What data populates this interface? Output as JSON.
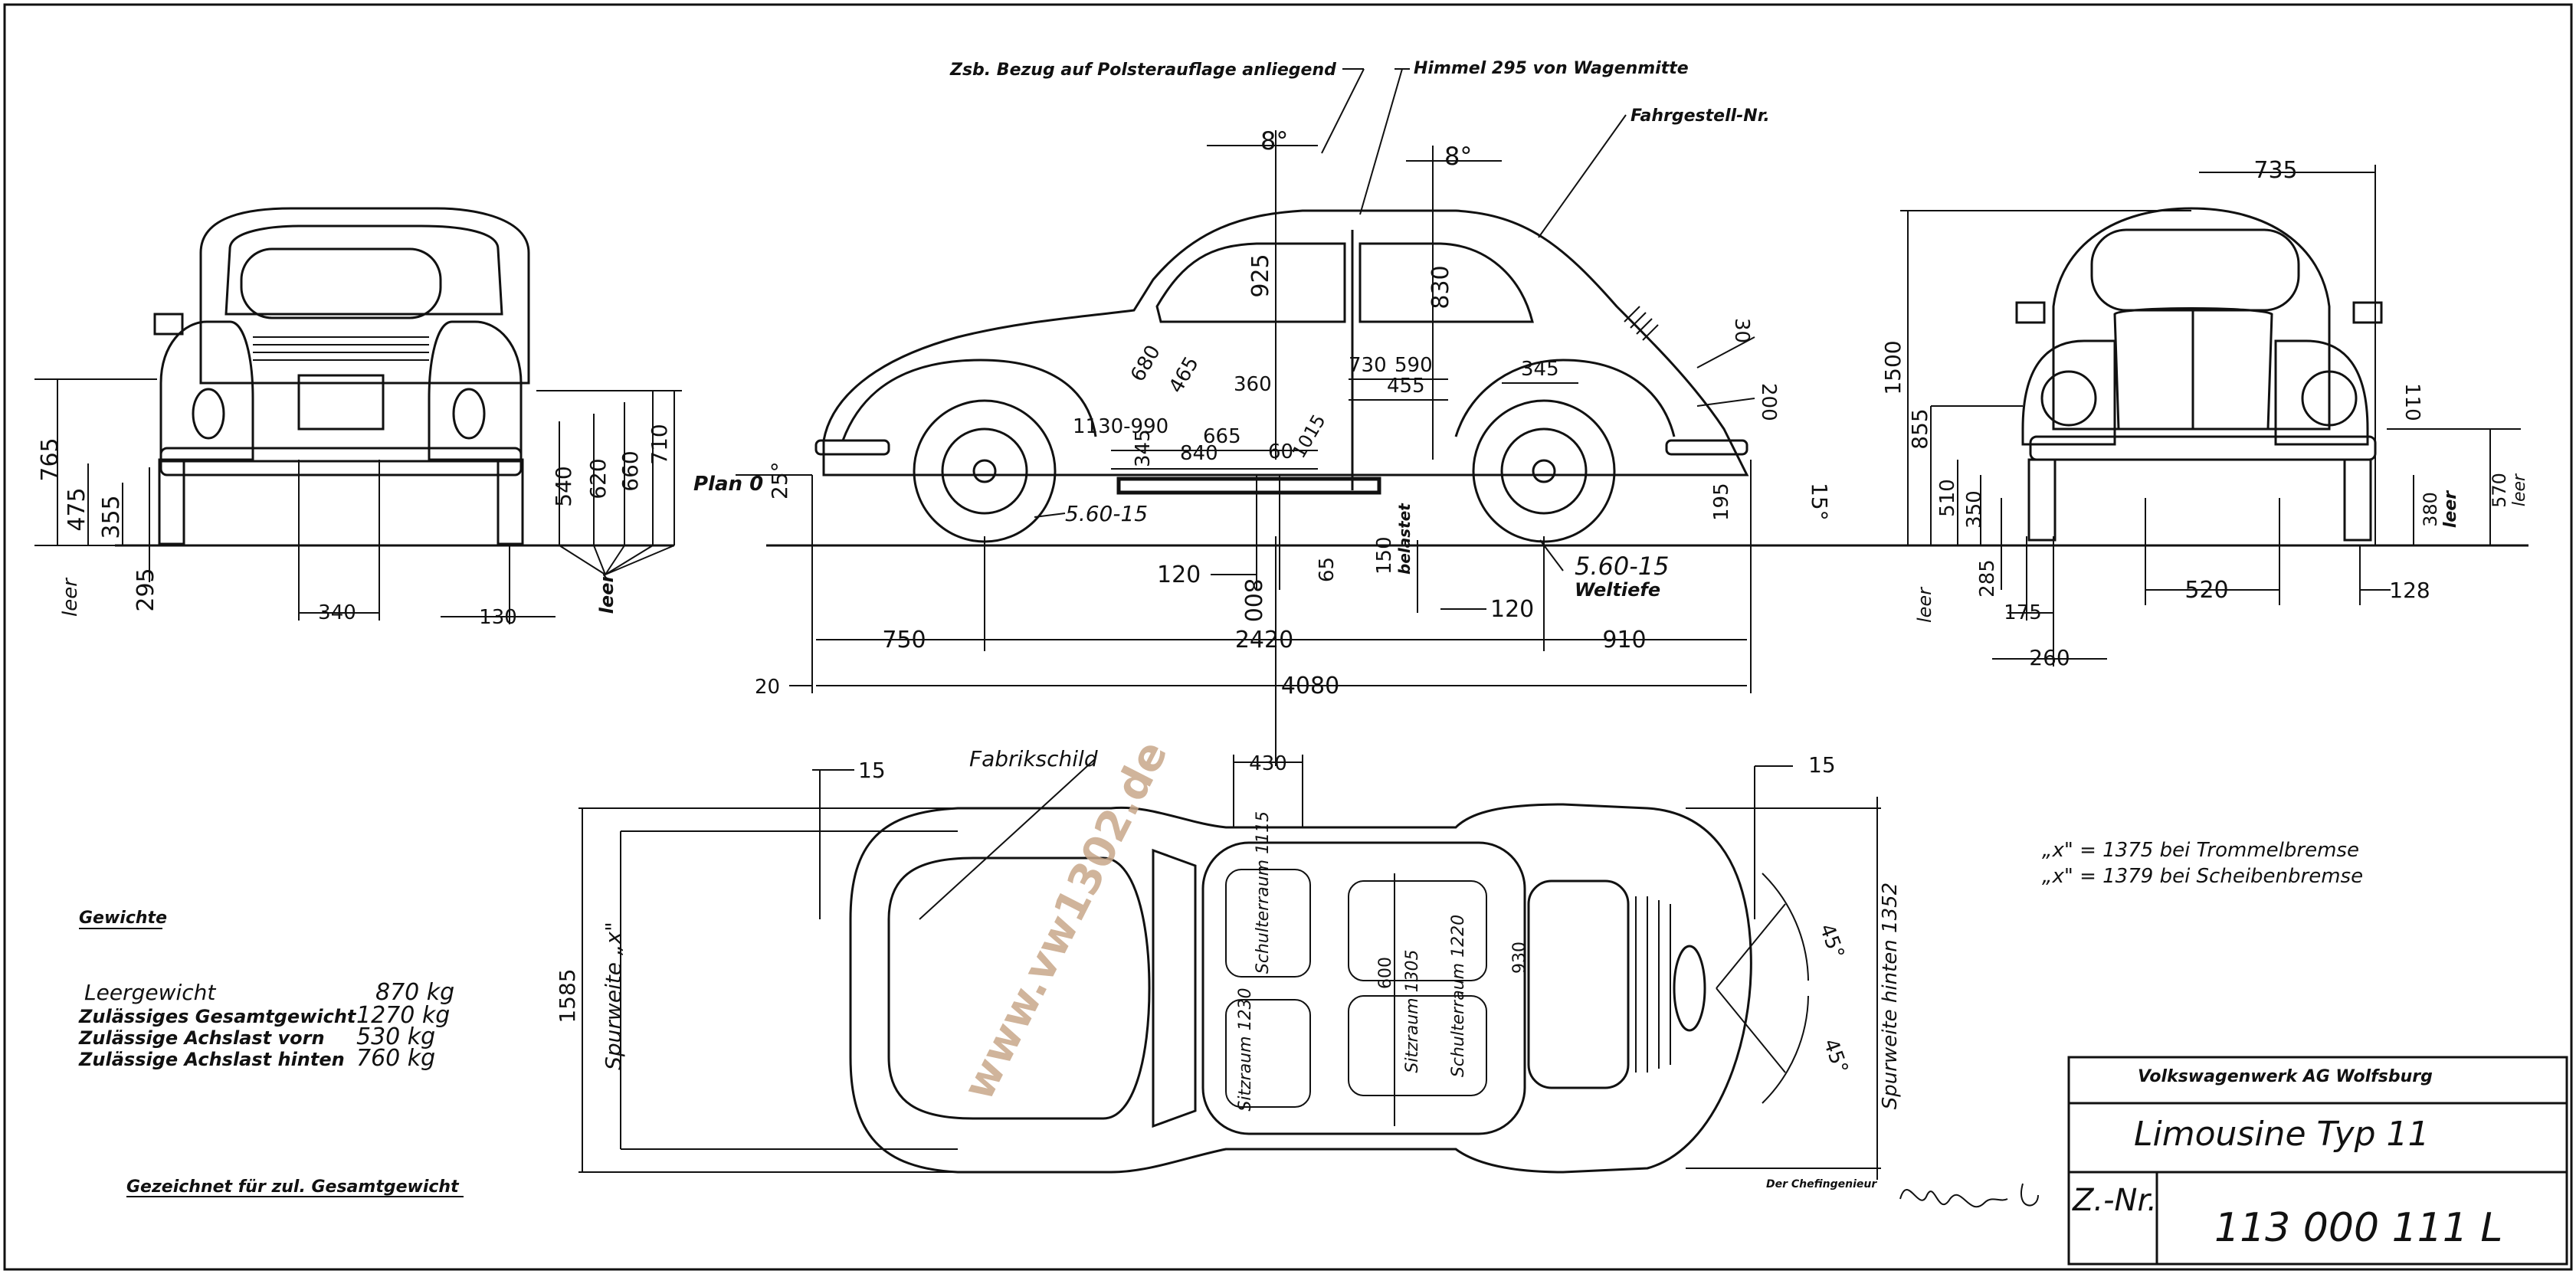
{
  "header": {
    "annotation_upholstery": "Zsb. Bezug auf Polsterauflage anliegend",
    "annotation_headliner": "Himmel  295 von Wagenmitte",
    "annotation_chassis": "Fahrgestell-Nr."
  },
  "rear_view": {
    "dims": [
      "765",
      "475",
      "355",
      "295",
      "540",
      "620",
      "660",
      "710",
      "340",
      "130"
    ],
    "leer_left": "leer",
    "leer_mid": "leer"
  },
  "side_view": {
    "plan0": "Plan 0",
    "angle_front": "25°",
    "angle_rear": "15°",
    "angle_top1": "8°",
    "angle_top2": "8°",
    "tyre_front": "5.60-15",
    "tyre_rear": "5.60-15",
    "weltiefe": "Weltiefe",
    "dims_inner": [
      "925",
      "830",
      "730",
      "590",
      "455",
      "345",
      "360",
      "680",
      "465",
      "1130-990",
      "665",
      "840",
      "60",
      "1015",
      "345",
      "150",
      "195",
      "30",
      "200"
    ],
    "dims_below": [
      "120",
      "800",
      "65",
      "150",
      "120",
      "750",
      "2420",
      "910",
      "4080",
      "20"
    ],
    "belastet": "belastet"
  },
  "front_view": {
    "dims": [
      "735",
      "1500",
      "855",
      "510",
      "350",
      "285",
      "175",
      "260",
      "520",
      "128",
      "110",
      "380",
      "570"
    ],
    "leer_left": "leer",
    "leer_right1": "leer",
    "leer_right2": "leer"
  },
  "top_view": {
    "fabrikschild": "Fabrikschild",
    "dims": [
      "15",
      "430",
      "15",
      "1585",
      "1352",
      "45°",
      "45°"
    ],
    "spurweite_front": "Spurweite „x\"",
    "spurweite_rear": "Spurweite hinten 1352",
    "sitzraum_front": "Sitzraum 1230",
    "schulterraum": "Schulterraum 1115",
    "sitzraum_rear": "Sitzraum 1305",
    "schulterraum_rear": "Schulterraum 1220",
    "dim_600": "600",
    "dim_930": "930"
  },
  "notes": {
    "brake_drum": "„x\" = 1375 bei Trommelbremse",
    "brake_disc": "„x\" = 1379  bei Scheibenbremse"
  },
  "weights": {
    "title": "Gewichte",
    "rows": [
      {
        "label": "Leergewicht",
        "value": "870 kg"
      },
      {
        "label": "Zulässiges Gesamtgewicht",
        "value": "1270 kg"
      },
      {
        "label": "Zulässige Achslast vorn",
        "value": "530 kg"
      },
      {
        "label": "Zulässige Achslast hinten",
        "value": "760 kg"
      }
    ],
    "footer": "Gezeichnet für zul. Gesamtgewicht"
  },
  "title_block": {
    "chief": "Der Chefingenieur",
    "company": "Volkswagenwerk AG  Wolfsburg",
    "model": "Limousine Typ  11",
    "znr_label": "Z.-Nr.",
    "znr_value": "113  000  111  L"
  },
  "watermark": "www.vw1302.de"
}
